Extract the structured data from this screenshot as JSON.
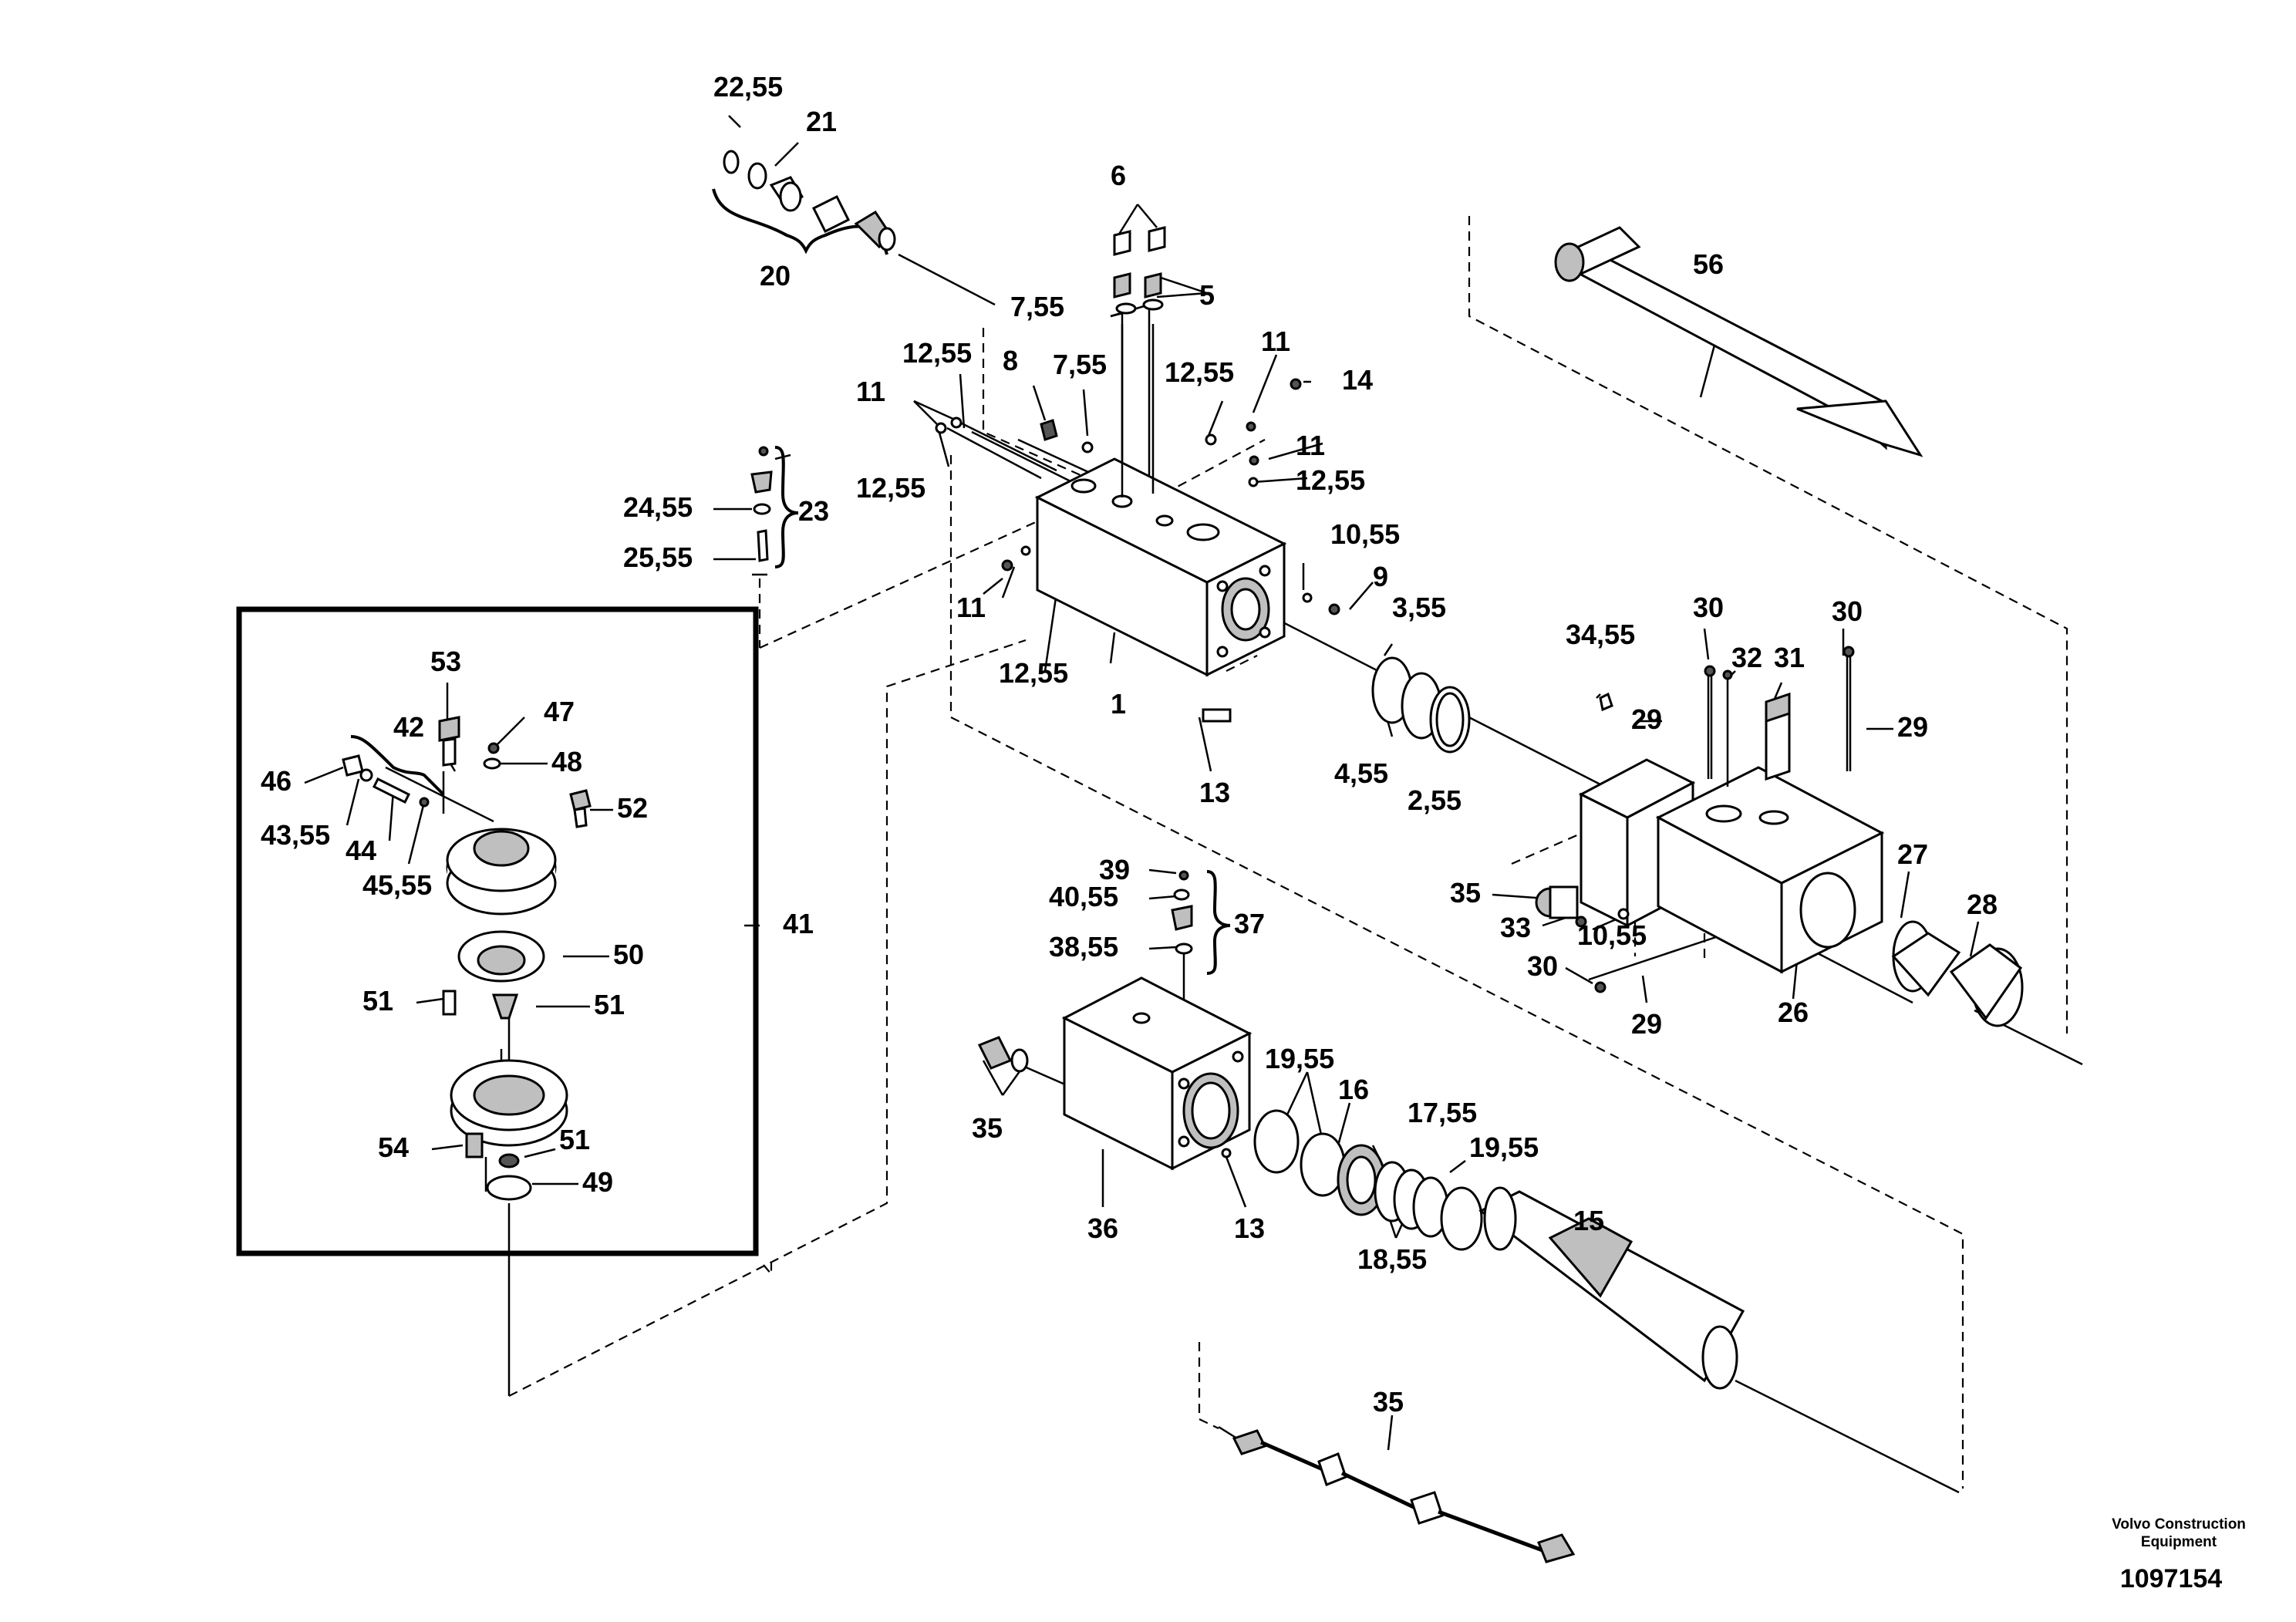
{
  "labels": {
    "l_22_55": "22,55",
    "l_21": "21",
    "l_20": "20",
    "l_6": "6",
    "l_5": "5",
    "l_7_55a": "7,55",
    "l_8": "8",
    "l_7_55b": "7,55",
    "l_12_55a": "12,55",
    "l_12_55b": "12,55",
    "l_11a": "11",
    "l_11b": "11",
    "l_14": "14",
    "l_11c": "11",
    "l_12_55c": "12,55",
    "l_12_55d": "12,55",
    "l_23": "23",
    "l_24_55": "24,55",
    "l_25_55": "25,55",
    "l_10_55a": "10,55",
    "l_9": "9",
    "l_11d": "11",
    "l_12_55e": "12,55",
    "l_1": "1",
    "l_3_55": "3,55",
    "l_13a": "13",
    "l_4_55": "4,55",
    "l_2_55": "2,55",
    "l_56": "56",
    "l_34_55": "34,55",
    "l_30a": "30",
    "l_32": "32",
    "l_31": "31",
    "l_30b": "30",
    "l_29a": "29",
    "l_29b": "29",
    "l_35a": "35",
    "l_33": "33",
    "l_10_55b": "10,55",
    "l_27": "27",
    "l_28": "28",
    "l_30c": "30",
    "l_29c": "29",
    "l_26": "26",
    "l_53": "53",
    "l_42": "42",
    "l_47": "47",
    "l_48": "48",
    "l_46": "46",
    "l_52": "52",
    "l_43_55": "43,55",
    "l_44": "44",
    "l_45_55": "45,55",
    "l_41": "41",
    "l_50": "50",
    "l_51a": "51",
    "l_51b": "51",
    "l_54": "54",
    "l_51c": "51",
    "l_49": "49",
    "l_39": "39",
    "l_40_55": "40,55",
    "l_37": "37",
    "l_38_55": "38,55",
    "l_19_55a": "19,55",
    "l_16": "16",
    "l_17_55": "17,55",
    "l_19_55b": "19,55",
    "l_35b": "35",
    "l_36": "36",
    "l_13b": "13",
    "l_15": "15",
    "l_18_55": "18,55",
    "l_35c": "35"
  },
  "brand": {
    "line1": "Volvo Construction",
    "line2": "Equipment"
  },
  "document_number": "1097154"
}
